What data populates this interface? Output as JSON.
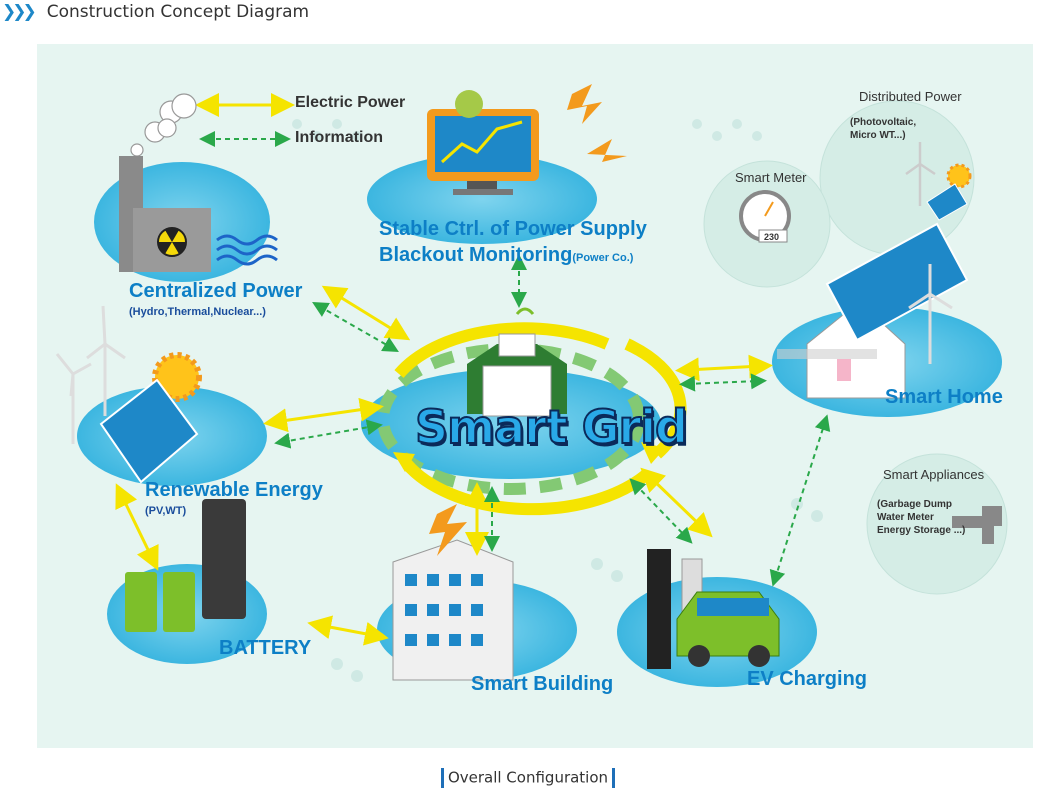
{
  "header": {
    "chevrons": "❯❯❯",
    "title": "Construction Concept Diagram"
  },
  "legend": {
    "electric": "Electric Power",
    "information": "Information"
  },
  "nodes": {
    "control": {
      "line1": "Stable Ctrl. of Power Supply",
      "line2": "Blackout Monitoring",
      "suffix": "(Power Co.)"
    },
    "centralized": {
      "title": "Centralized Power",
      "sub": "(Hydro,Thermal,Nuclear...)"
    },
    "renewable": {
      "title": "Renewable Energy",
      "sub": "(PV,WT)"
    },
    "battery": {
      "title": "BATTERY"
    },
    "building": {
      "title": "Smart Building"
    },
    "ev": {
      "title": "EV Charging"
    },
    "home": {
      "title": "Smart Home"
    },
    "distributed": {
      "title": "Distributed Power",
      "line1": "(Photovoltaic,",
      "line2": "Micro WT...)"
    },
    "meter": {
      "title": "Smart Meter",
      "value": "230"
    },
    "appliances": {
      "title": "Smart Appliances",
      "line1": "(Garbage Dump",
      "line2": "Water Meter",
      "line3": "Energy Storage ...)"
    },
    "center": {
      "title": "Smart Grid"
    }
  },
  "caption": "Overall Configuration",
  "colors": {
    "electric": "#f5e400",
    "information": "#2aa84a",
    "accent": "#0d7fc6"
  }
}
